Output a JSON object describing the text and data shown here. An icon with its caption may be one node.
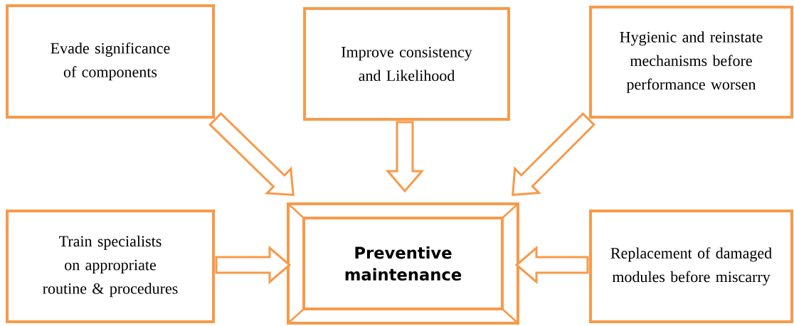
{
  "diagram": {
    "nodes": [
      {
        "text": [
          "Evade significance of components"
        ]
      },
      {
        "text": [
          "Improve consistency and Likelihood"
        ]
      },
      {
        "text": [
          "Hygienic and reinstate mechanisms before performance worsen"
        ]
      },
      {
        "text": [
          "Train specialists on appropriate routine & procedures"
        ]
      },
      {
        "text": [
          "Preventive maintenance"
        ]
      },
      {
        "text": [
          "Replacement of damaged modules before miscarry"
        ]
      }
    ],
    "edges": [
      {
        "from": 0,
        "to": 4,
        "arrow": "to"
      },
      {
        "from": 1,
        "to": 4,
        "arrow": "to"
      },
      {
        "from": 2,
        "to": 4,
        "arrow": "to"
      },
      {
        "from": 3,
        "to": 4,
        "arrow": "to"
      },
      {
        "from": 5,
        "to": 4,
        "arrow": "to"
      }
    ]
  }
}
